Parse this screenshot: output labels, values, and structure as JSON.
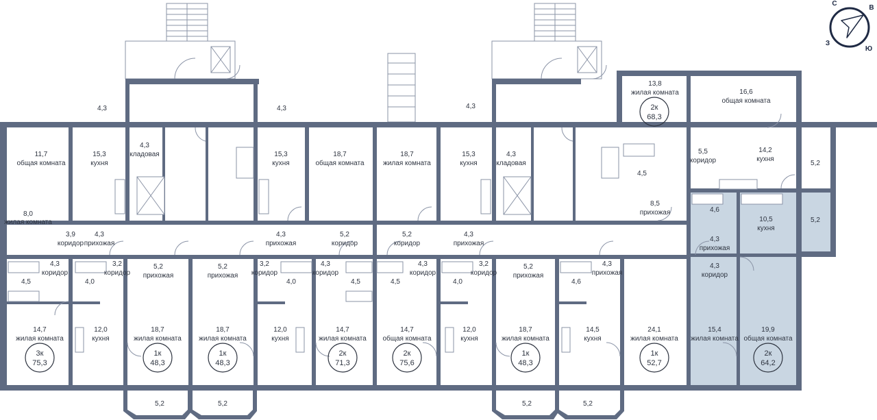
{
  "compass": {
    "north": "С",
    "east": "В",
    "west": "З",
    "south": "Ю",
    "icon": "compass-arrow-icon"
  },
  "rooms": [
    {
      "n": "11,7",
      "t": "общая комната"
    },
    {
      "n": "15,3",
      "t": "кухня"
    },
    {
      "n": "4,3",
      "t": "кладовая"
    },
    {
      "n": "15,3",
      "t": "кухня"
    },
    {
      "n": "18,7",
      "t": "общая комната"
    },
    {
      "n": "18,7",
      "t": "жилая комната"
    },
    {
      "n": "15,3",
      "t": "кухня"
    },
    {
      "n": "4,3",
      "t": "кладовая"
    },
    {
      "n": "13,8",
      "t": "жилая комната"
    },
    {
      "n": "16,6",
      "t": "общая комната"
    },
    {
      "n": "14,2",
      "t": "кухня"
    },
    {
      "n": "5,5",
      "t": "коридор"
    },
    {
      "n": "8,0",
      "t": "жилая комната"
    },
    {
      "n": "3,9",
      "t": "коридор"
    },
    {
      "n": "4,3",
      "t": "прихожая"
    },
    {
      "n": "4,3",
      "t": "прихожая"
    },
    {
      "n": "5,2",
      "t": "коридор"
    },
    {
      "n": "5,2",
      "t": "коридор"
    },
    {
      "n": "4,3",
      "t": "прихожая"
    },
    {
      "n": "8,5",
      "t": "прихожая"
    },
    {
      "n": "10,5",
      "t": "кухня"
    },
    {
      "n": "4,3",
      "t": "прихожая"
    },
    {
      "n": "4,3",
      "t": "коридор"
    },
    {
      "n": "3,2",
      "t": "коридор"
    },
    {
      "n": "5,2",
      "t": "прихожая"
    },
    {
      "n": "5,2",
      "t": "прихожая"
    },
    {
      "n": "3,2",
      "t": "коридор"
    },
    {
      "n": "4,3",
      "t": "коридор"
    },
    {
      "n": "4,3",
      "t": "коридор"
    },
    {
      "n": "3,2",
      "t": "коридор"
    },
    {
      "n": "5,2",
      "t": "прихожая"
    },
    {
      "n": "4,3",
      "t": "прихожая"
    },
    {
      "n": "4,3",
      "t": "коридор"
    },
    {
      "n": "14,7",
      "t": "жилая комната"
    },
    {
      "n": "12,0",
      "t": "кухня"
    },
    {
      "n": "18,7",
      "t": "жилая комната"
    },
    {
      "n": "18,7",
      "t": "жилая комната"
    },
    {
      "n": "12,0",
      "t": "кухня"
    },
    {
      "n": "14,7",
      "t": "жилая комната"
    },
    {
      "n": "14,7",
      "t": "общая комната"
    },
    {
      "n": "12,0",
      "t": "кухня"
    },
    {
      "n": "18,7",
      "t": "жилая комната"
    },
    {
      "n": "14,5",
      "t": "кухня"
    },
    {
      "n": "24,1",
      "t": "жилая комната"
    },
    {
      "n": "15,4",
      "t": "жилая комната"
    },
    {
      "n": "19,9",
      "t": "общая комната"
    }
  ],
  "areas": [
    "4,3",
    "4,3",
    "4,3",
    "5,2",
    "4,5",
    "4,6",
    "5,2",
    "4,5",
    "4,0",
    "4,0",
    "4,5",
    "4,5",
    "4,0",
    "4,6",
    "5,2",
    "5,2",
    "5,2",
    "5,2"
  ],
  "apartments": [
    {
      "type": "2к",
      "area": "68,3"
    },
    {
      "type": "3к",
      "area": "75,3"
    },
    {
      "type": "1к",
      "area": "48,3"
    },
    {
      "type": "1к",
      "area": "48,3"
    },
    {
      "type": "2к",
      "area": "71,3"
    },
    {
      "type": "2к",
      "area": "75,6"
    },
    {
      "type": "1к",
      "area": "48,3"
    },
    {
      "type": "1к",
      "area": "52,7"
    },
    {
      "type": "2к",
      "area": "64,2"
    }
  ],
  "colors": {
    "wall": "#5f6b82",
    "highlight": "#c9d6e2",
    "text": "#2e3440"
  }
}
